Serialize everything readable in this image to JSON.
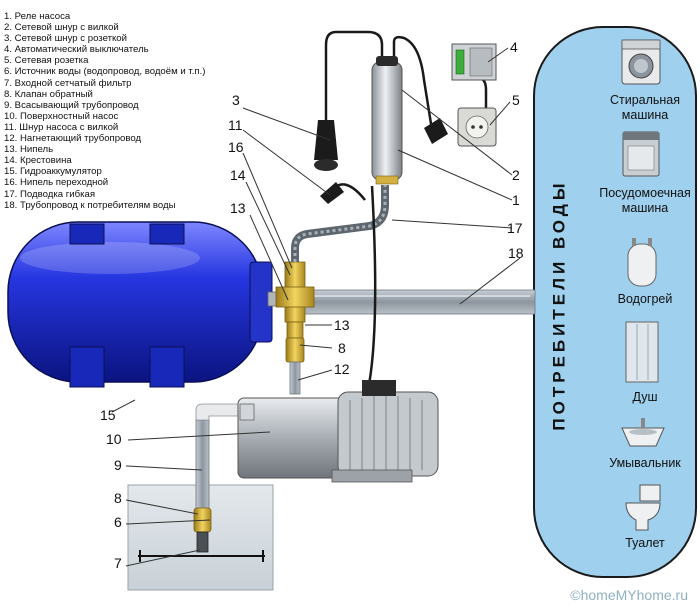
{
  "legend": [
    "1. Реле насоса",
    "2. Сетевой шнур с вилкой",
    "3. Сетевой шнур с розеткой",
    "4. Автоматический выключатель",
    "5. Сетевая розетка",
    "6. Источник воды (водопровод, водоём и т.п.)",
    "7. Входной сетчатый фильтр",
    "8. Клапан обратный",
    "9. Всасывающий трубопровод",
    "10. Поверхностный насос",
    "11. Шнур насоса с вилкой",
    "12. Нагнетающий трубопровод",
    "13. Нипель",
    "14. Крестовина",
    "15. Гидроаккумулятор",
    "16. Нипель переходной",
    "17. Подводка гибкая",
    "18. Трубопровод к потребителям воды"
  ],
  "consumers": {
    "title": "ПОТРЕБИТЕЛИ ВОДЫ",
    "items": [
      {
        "label": "Стиральная машина",
        "icon": "washing-machine-icon"
      },
      {
        "label": "Посудомоечная машина",
        "icon": "dishwasher-icon"
      },
      {
        "label": "Водогрей",
        "icon": "water-heater-icon"
      },
      {
        "label": "Душ",
        "icon": "shower-icon"
      },
      {
        "label": "Умывальник",
        "icon": "washbasin-icon"
      },
      {
        "label": "Туалет",
        "icon": "toilet-icon"
      }
    ]
  },
  "callouts": {
    "n1": "1",
    "n2": "2",
    "n3": "3",
    "n4": "4",
    "n5": "5",
    "n6": "6",
    "n7": "7",
    "n8a": "8",
    "n8b": "8",
    "n9": "9",
    "n10": "10",
    "n11": "11",
    "n12": "12",
    "n13a": "13",
    "n13b": "13",
    "n14": "14",
    "n15": "15",
    "n16": "16",
    "n17": "17",
    "n18": "18"
  },
  "watermark": "©homeMYhome.ru",
  "colors": {
    "consumer_panel": "#9fd0ee",
    "tank": "#1f2fd0",
    "pipe": "#9aa3ad",
    "brass": "#d4b03a"
  }
}
